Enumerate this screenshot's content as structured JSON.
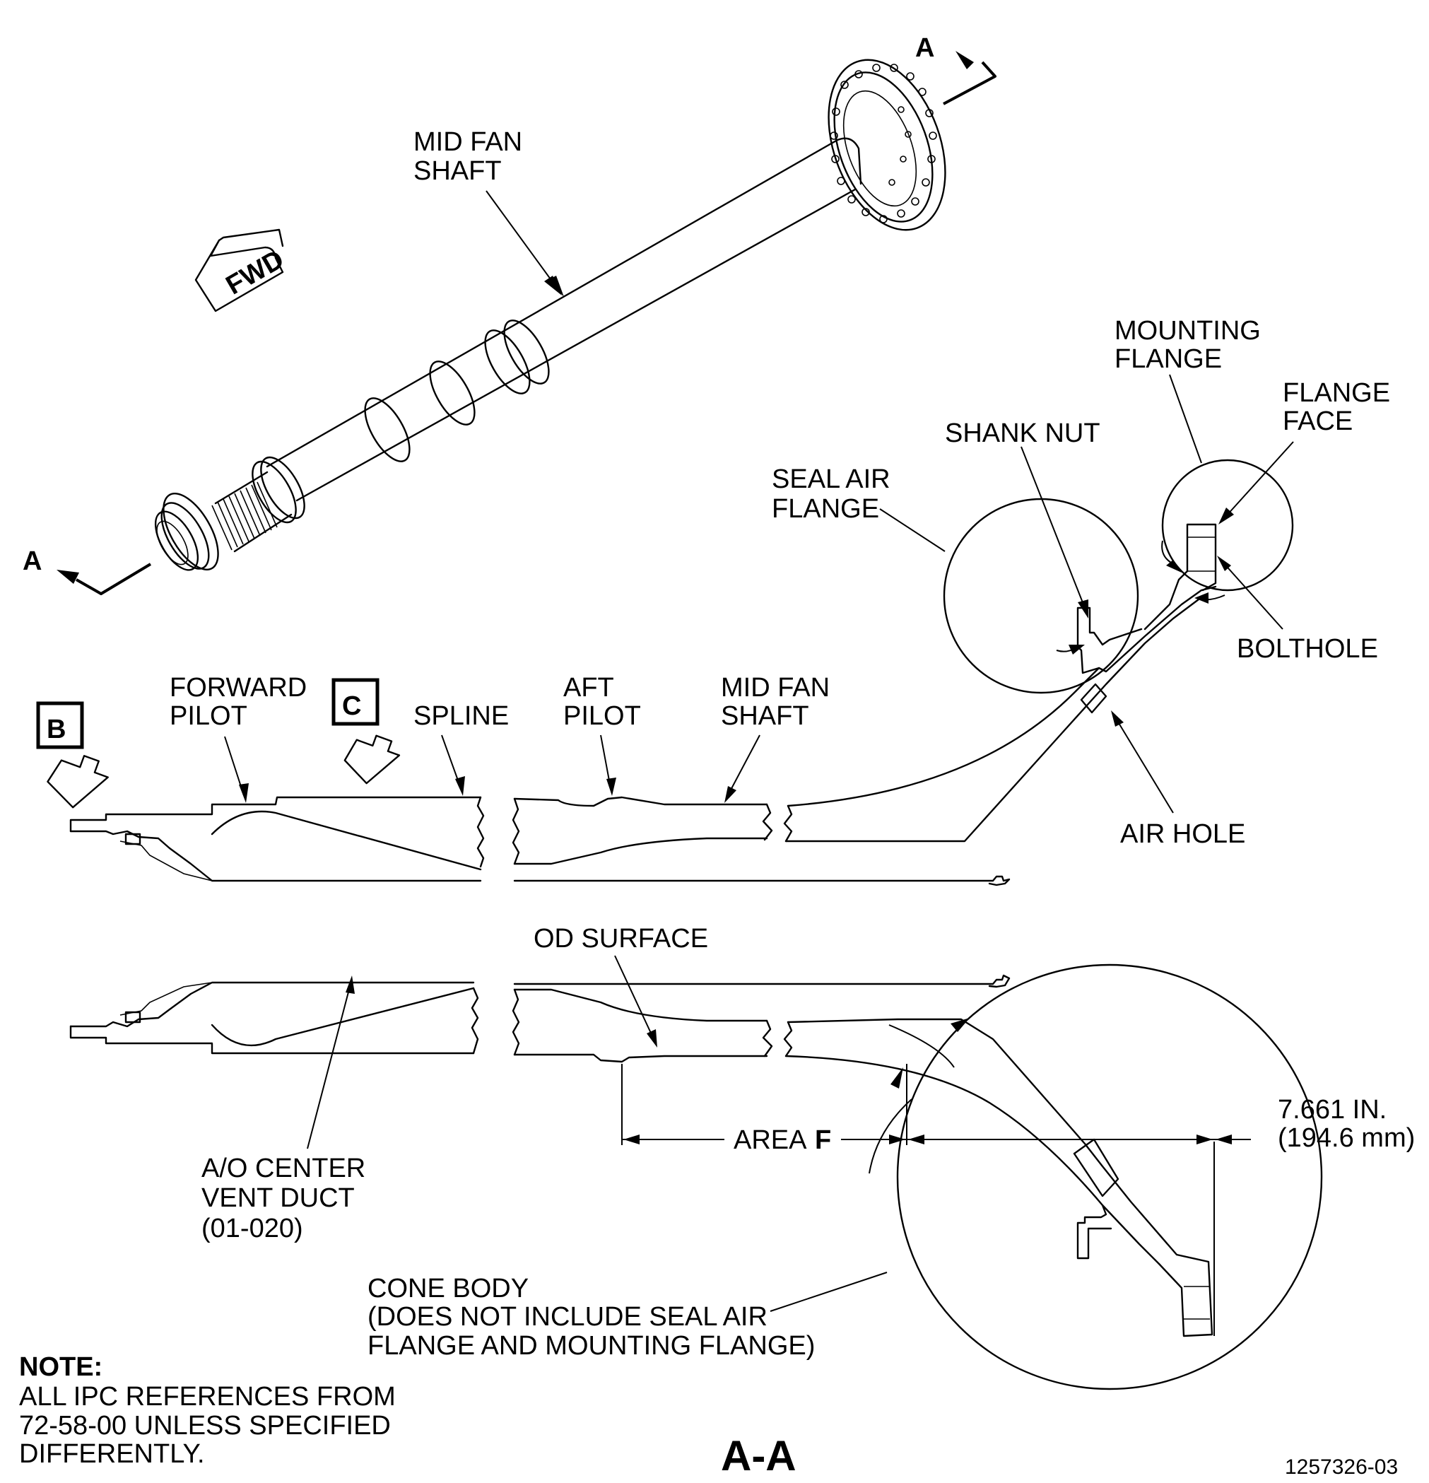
{
  "view_marks": {
    "section_letter": "A",
    "section_view_title": "A-A",
    "forward_arrow": "FWD",
    "detail_b": "B",
    "detail_c": "C"
  },
  "labels": {
    "mid_fan_shaft_top": [
      "MID FAN",
      "SHAFT"
    ],
    "mounting_flange": [
      "MOUNTING",
      "FLANGE"
    ],
    "flange_face": [
      "FLANGE",
      "FACE"
    ],
    "shank_nut": "SHANK NUT",
    "seal_air_flange": [
      "SEAL AIR",
      "FLANGE"
    ],
    "bolthole": "BOLTHOLE",
    "forward_pilot": [
      "FORWARD",
      "PILOT"
    ],
    "spline": "SPLINE",
    "aft_pilot": [
      "AFT",
      "PILOT"
    ],
    "mid_fan_shaft_section": [
      "MID FAN",
      "SHAFT"
    ],
    "air_hole": "AIR HOLE",
    "od_surface": "OD SURFACE",
    "area_f_prefix": "AREA ",
    "area_f_letter": "F",
    "center_vent_duct": [
      "A/O CENTER",
      "VENT DUCT",
      "(01-020)"
    ],
    "dimension": [
      "7.661 IN.",
      "(194.6 mm)"
    ],
    "cone_body": [
      "CONE BODY",
      "(DOES NOT INCLUDE SEAL AIR",
      "FLANGE AND MOUNTING FLANGE)"
    ]
  },
  "note": {
    "heading": "NOTE:",
    "lines": [
      "ALL IPC REFERENCES FROM",
      "72-58-00 UNLESS SPECIFIED",
      "DIFFERENTLY."
    ]
  },
  "figure_number": "1257326-03"
}
